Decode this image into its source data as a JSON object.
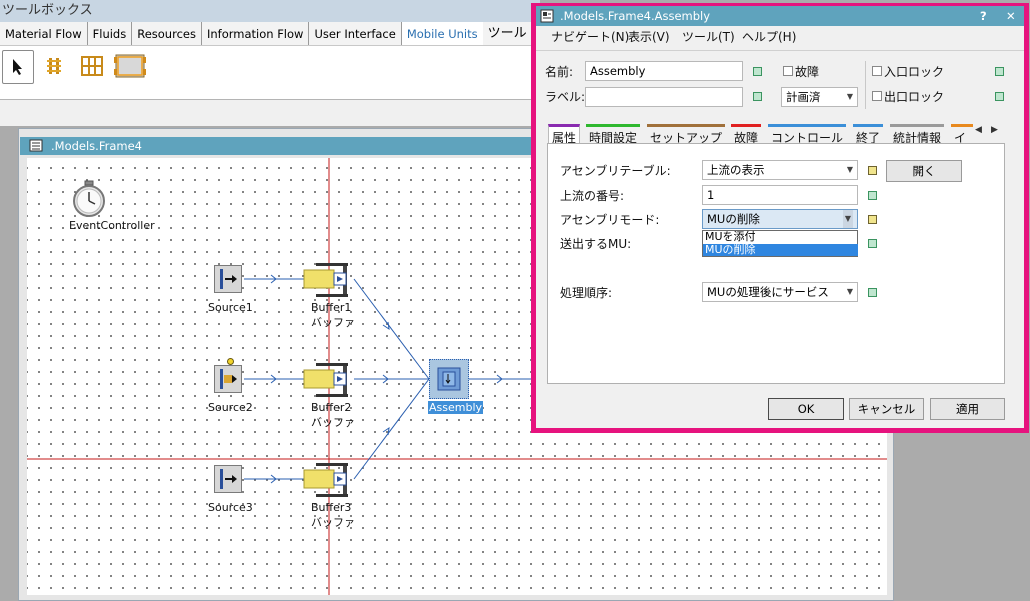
{
  "toolbox": {
    "title": "ツールボックス",
    "tabs": [
      {
        "label": "Material Flow",
        "active": false
      },
      {
        "label": "Fluids",
        "active": false
      },
      {
        "label": "Resources",
        "active": false
      },
      {
        "label": "Information Flow",
        "active": false
      },
      {
        "label": "User Interface",
        "active": false
      },
      {
        "label": "Mobile Units",
        "active": true
      },
      {
        "label": "ツール",
        "active": false
      }
    ],
    "tools": [
      "pointer-icon",
      "track-icon",
      "grid-frame-icon",
      "transporter-icon"
    ]
  },
  "frame": {
    "title": ".Models.Frame4",
    "objects": {
      "event_controller": "EventController",
      "source1": "Source1",
      "source2": "Source2",
      "source3": "Source3",
      "buffer1": "Buffer1",
      "buffer1_sub": "バッファ",
      "buffer2": "Buffer2",
      "buffer2_sub": "バッファ",
      "buffer3": "Buffer3",
      "buffer3_sub": "バッファ",
      "assembly": "Assembly"
    }
  },
  "dialog": {
    "title": ".Models.Frame4.Assembly",
    "title_controls": {
      "help": "?",
      "close": "✕"
    },
    "menu": [
      "ナビゲート(N)",
      "表示(V)",
      "ツール(T)",
      "ヘルプ(H)"
    ],
    "name_label": "名前:",
    "name_value": "Assembly",
    "label_label": "ラベル:",
    "label_value": "",
    "failure_check": "故障",
    "plan_value": "計画済",
    "entrance_lock": "入口ロック",
    "exit_lock": "出口ロック",
    "tabs": [
      {
        "label": "属性",
        "color": "#8a2bb0",
        "active": true
      },
      {
        "label": "時間設定",
        "color": "#2eb82e"
      },
      {
        "label": "セットアップ",
        "color": "#a0703a"
      },
      {
        "label": "故障",
        "color": "#e02020"
      },
      {
        "label": "コントロール",
        "color": "#3b8fd8"
      },
      {
        "label": "終了",
        "color": "#3b8fd8"
      },
      {
        "label": "統計情報",
        "color": "#9a9a9a"
      },
      {
        "label": "イ",
        "color": "#e8891e"
      }
    ],
    "tab_scroll": "▶",
    "attributes": {
      "assembly_table_label": "アセンブリテーブル:",
      "assembly_table_value": "上流の表示",
      "open_button": "開く",
      "upstream_number_label": "上流の番号:",
      "upstream_number_value": "1",
      "assembly_mode_label": "アセンブリモード:",
      "assembly_mode_value": "MUの削除",
      "assembly_mode_options": [
        "MUを添付",
        "MUの削除"
      ],
      "send_mu_label": "送出するMU:",
      "process_order_label": "処理順序:",
      "process_order_value": "MUの処理後にサービス"
    },
    "buttons": {
      "ok": "OK",
      "cancel": "キャンセル",
      "apply": "適用"
    }
  }
}
